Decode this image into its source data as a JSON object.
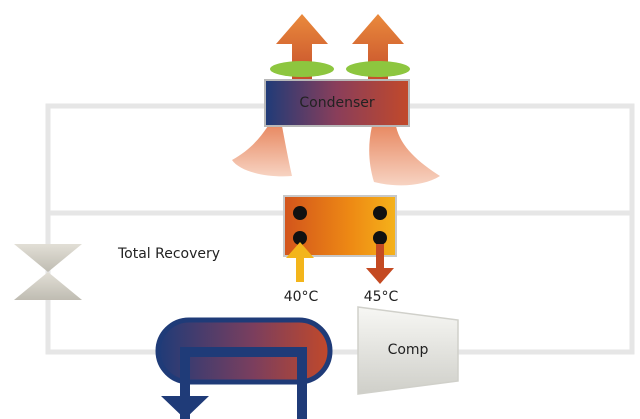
{
  "labels": {
    "condenser": "Condenser",
    "total_recovery": "Total Recovery",
    "temp_in": "40°C",
    "temp_out": "45°C",
    "compressor": "Comp"
  },
  "colors": {
    "pipe": "#e6e6e6",
    "hot": "#c0392b",
    "warm_orange": "#e07a2e",
    "cold_blue": "#1f3b78",
    "fan_green": "#8dc63f",
    "inlet_yellow": "#f3b51b",
    "outlet_red": "#c44a22",
    "air_plume": "#f2b79a"
  },
  "icons": {
    "valve": "expansion-valve-icon",
    "fan": "fan-icon",
    "arrows": "arrow-icon"
  }
}
